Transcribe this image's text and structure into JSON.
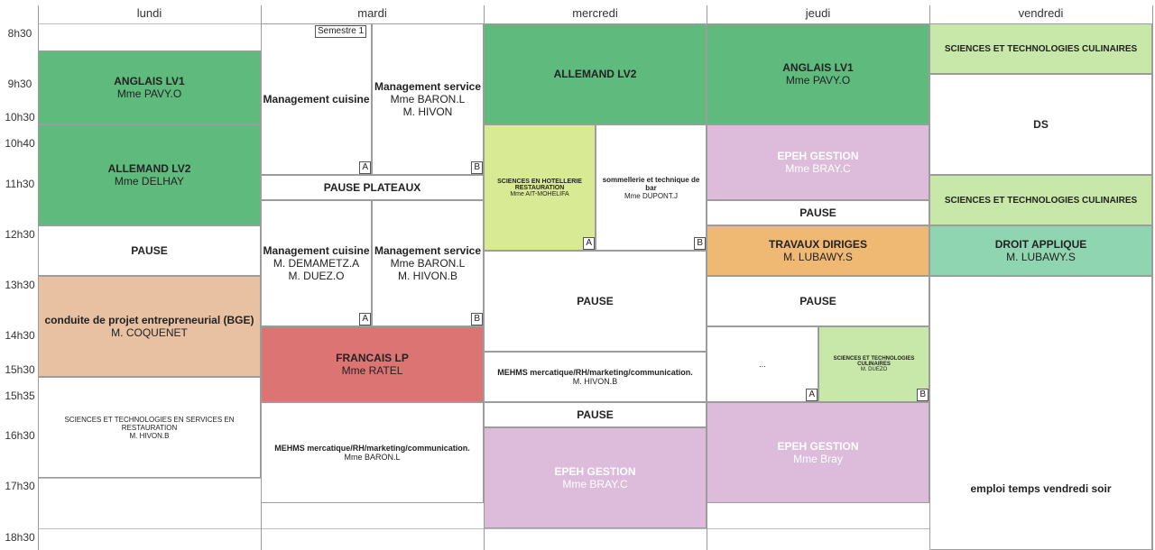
{
  "days": [
    "lundi",
    "mardi",
    "mercredi",
    "jeudi",
    "vendredi"
  ],
  "times": [
    "8h30",
    "9h30",
    "10h30",
    "10h40",
    "11h30",
    "12h30",
    "13h30",
    "14h30",
    "15h30",
    "15h35",
    "16h30",
    "17h30",
    "18h30"
  ],
  "events": {
    "lun_anglais": {
      "title": "ANGLAIS LV1",
      "teacher": "Mme PAVY.O"
    },
    "lun_allemand": {
      "title": "ALLEMAND LV2",
      "teacher": "Mme DELHAY"
    },
    "lun_pause": {
      "title": "PAUSE"
    },
    "lun_projet": {
      "title": "conduite de projet entrepreneurial (BGE)",
      "teacher": "M. COQUENET"
    },
    "lun_sciences": {
      "title": "SCIENCES ET TECHNOLOGIES EN SERVICES EN RESTAURATION",
      "teacher": "M. HIVON.B"
    },
    "mar_semestre": "Semestre 1",
    "mar_mgmt_cuisine_1": {
      "title": "Management cuisine"
    },
    "mar_mgmt_service_1": {
      "title": "Management service",
      "teacher1": "Mme BARON.L",
      "teacher2": "M. HIVON"
    },
    "mar_pause_plateaux": {
      "title": "PAUSE PLATEAUX"
    },
    "mar_mgmt_cuisine_2": {
      "title": "Management cuisine",
      "teacher1": "M. DEMAMETZ.A",
      "teacher2": "M. DUEZ.O"
    },
    "mar_mgmt_service_2": {
      "title": "Management service",
      "teacher1": "Mme BARON.L",
      "teacher2": "M. HIVON.B"
    },
    "mar_francais": {
      "title": "FRANCAIS LP",
      "teacher": "Mme RATEL"
    },
    "mar_mehms": {
      "title": "MEHMS mercatique/RH/marketing/communication.",
      "teacher": "Mme BARON.L"
    },
    "mer_allemand": {
      "title": "ALLEMAND LV2"
    },
    "mer_sciences": {
      "title": "SCIENCES EN HOTELLERIE RESTAURATION",
      "teacher": "Mme AIT-MOHELIFA"
    },
    "mer_sommellerie": {
      "title": "sommellerie et technique de bar",
      "teacher": "Mme DUPONT.J"
    },
    "mer_pause_1": {
      "title": "PAUSE"
    },
    "mer_mehms": {
      "title": "MEHMS mercatique/RH/marketing/communication.",
      "teacher": "M. HIVON.B"
    },
    "mer_pause_2": {
      "title": "PAUSE"
    },
    "mer_epeh": {
      "title": "EPEH GESTION",
      "teacher": "Mme BRAY.C"
    },
    "jeu_anglais": {
      "title": "ANGLAIS LV1",
      "teacher": "Mme PAVY.O"
    },
    "jeu_epeh_1": {
      "title": "EPEH GESTION",
      "teacher": "Mme BRAY.C"
    },
    "jeu_pause_1": {
      "title": "PAUSE"
    },
    "jeu_td": {
      "title": "TRAVAUX DIRIGES",
      "teacher": "M. LUBAWY.S"
    },
    "jeu_pause_2": {
      "title": "PAUSE"
    },
    "jeu_dots": {
      "title": "..."
    },
    "jeu_sciences": {
      "title": "SCIENCES ET TECHNOLOGIES CULINAIRES",
      "teacher": "M. DUEZO"
    },
    "jeu_epeh_2": {
      "title": "EPEH GESTION",
      "teacher": "Mme Bray"
    },
    "ven_sciences_1": {
      "title": "SCIENCES ET TECHNOLOGIES CULINAIRES"
    },
    "ven_ds": {
      "title": "DS"
    },
    "ven_sciences_2": {
      "title": "SCIENCES ET TECHNOLOGIES CULINAIRES"
    },
    "ven_droit": {
      "title": "DROIT APPLIQUE",
      "teacher": "M. LUBAWY.S"
    },
    "ven_soir": {
      "title": "emploi temps vendredi soir"
    }
  },
  "group_labels": {
    "a": "A",
    "b": "B"
  },
  "colors": {
    "green": "#5fba7d",
    "lilac": "#dcbbdb",
    "peach": "#e8c1a2",
    "red": "#dd7474",
    "orange": "#efb873",
    "teal": "#8fd5b2",
    "lime": "#d9ea95",
    "lightgreen": "#c7e8a8"
  }
}
